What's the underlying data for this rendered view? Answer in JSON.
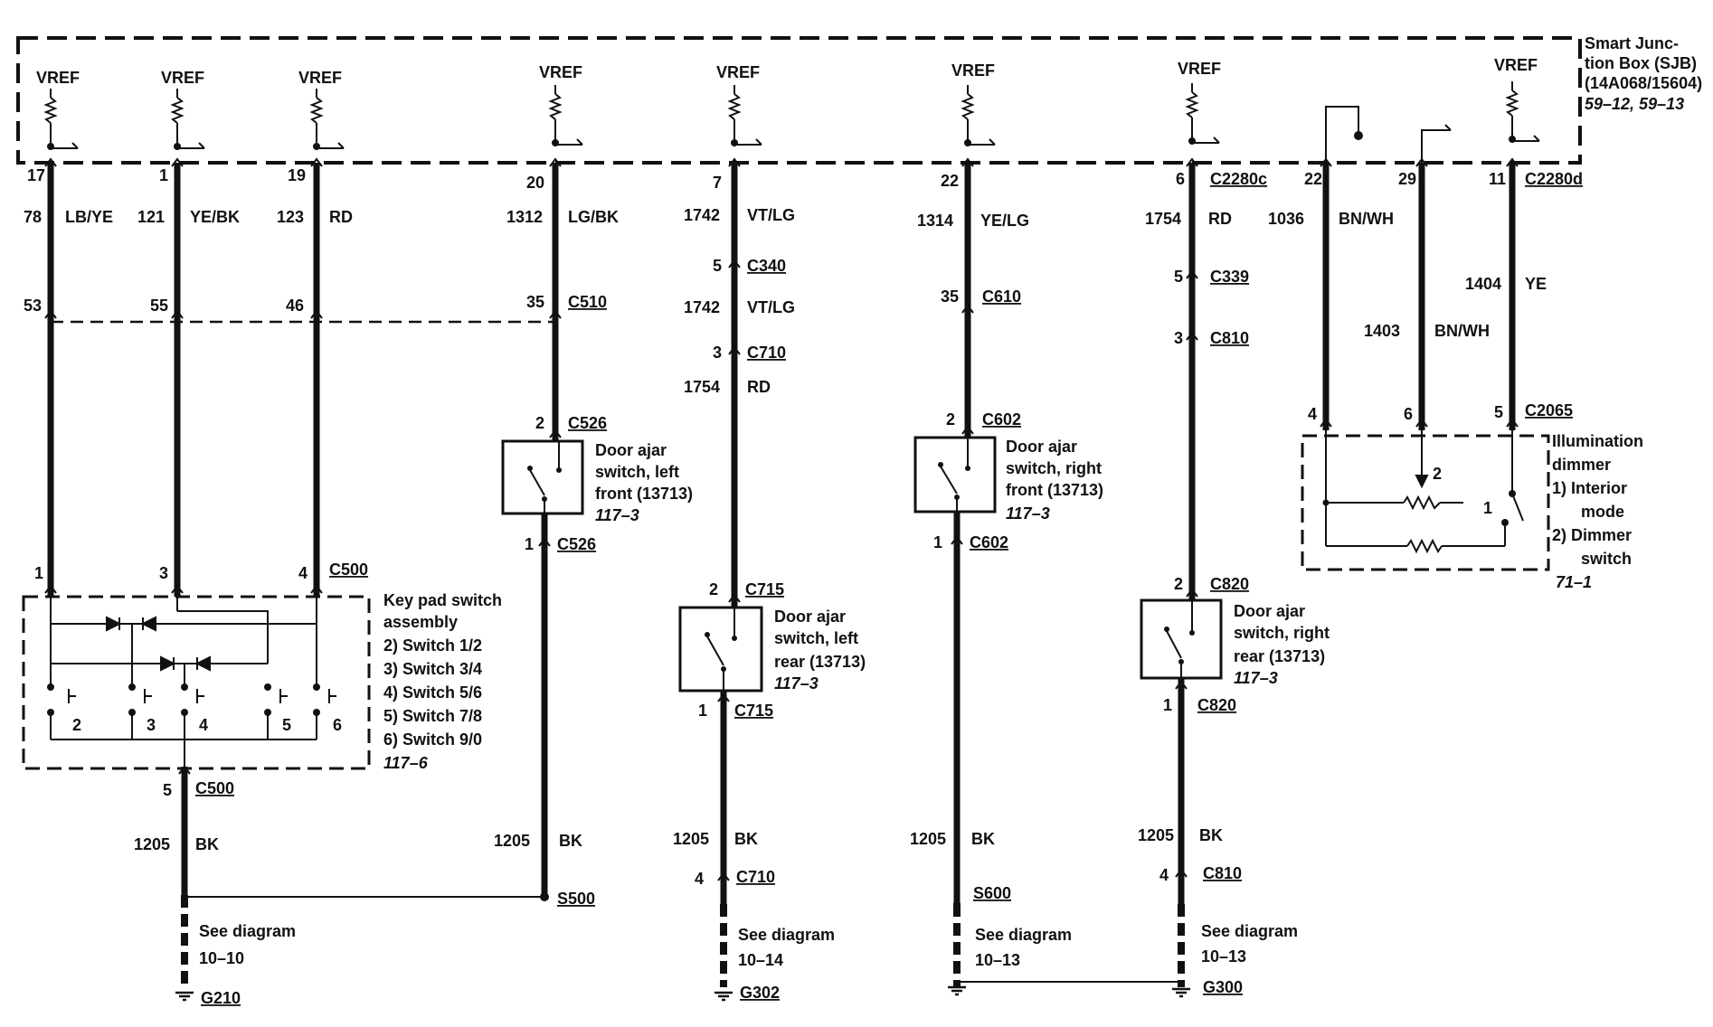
{
  "sjb": {
    "line1": "Smart Junc-",
    "line2": "tion Box (SJB)",
    "line3": "(14A068/15604)",
    "ref": "59–12, 59–13"
  },
  "vref": "VREF",
  "col1": {
    "pin_top": "17",
    "circuit": "78",
    "color": "LB/YE",
    "pin_mid": "53",
    "pin_bot": "1"
  },
  "col2": {
    "pin_top": "1",
    "circuit": "121",
    "color": "YE/BK",
    "pin_mid": "55",
    "pin_bot": "3"
  },
  "col3": {
    "pin_top": "19",
    "circuit": "123",
    "color": "RD",
    "pin_mid": "46",
    "pin_bot": "4",
    "conn_bot": "C500"
  },
  "col4": {
    "pin_top": "20",
    "circuit": "1312",
    "color": "LG/BK",
    "pin_mid": "35",
    "conn_mid": "C510",
    "sw_pin_top": "2",
    "sw_conn_top": "C526",
    "sw_pin_bot": "1",
    "sw_conn_bot": "C526",
    "gnd_circuit": "1205",
    "gnd_color": "BK",
    "splice": "S500"
  },
  "col5": {
    "pin_top": "7",
    "circuit": "1742",
    "color": "VT/LG",
    "c340_pin": "5",
    "c340": "C340",
    "circuit2": "1742",
    "color2": "VT/LG",
    "c710_pin": "3",
    "c710": "C710",
    "circuit3": "1754",
    "color3": "RD",
    "sw_pin_top": "2",
    "sw_conn_top": "C715",
    "sw_pin_bot": "1",
    "sw_conn_bot": "C715",
    "gnd_circuit": "1205",
    "gnd_color": "BK",
    "bot_pin": "4",
    "bot_conn": "C710",
    "see1": "See diagram",
    "see2": "10–14",
    "ground": "G302"
  },
  "col6": {
    "pin_top": "22",
    "circuit": "1314",
    "color": "YE/LG",
    "pin_mid": "35",
    "conn_mid": "C610",
    "sw_pin_top": "2",
    "sw_conn_top": "C602",
    "sw_pin_bot": "1",
    "sw_conn_bot": "C602",
    "gnd_circuit": "1205",
    "gnd_color": "BK",
    "splice": "S600",
    "see1": "See diagram",
    "see2": "10–13"
  },
  "col7": {
    "pin_top": "6",
    "conn_top": "C2280c",
    "circuit": "1754",
    "color": "RD",
    "c339_pin": "5",
    "c339": "C339",
    "c810_pin": "3",
    "c810": "C810",
    "sw_pin_top": "2",
    "sw_conn_top": "C820",
    "sw_pin_bot": "1",
    "sw_conn_bot": "C820",
    "gnd_circuit": "1205",
    "gnd_color": "BK",
    "bot_pin": "4",
    "bot_conn": "C810",
    "see1": "See diagram",
    "see2": "10–13",
    "ground": "G300"
  },
  "col8": {
    "pin_top": "22",
    "circuit": "1036",
    "color": "BN/WH",
    "pin_bot": "4"
  },
  "col9": {
    "pin_top": "29",
    "circuit": "1403",
    "color": "BN/WH",
    "pin_bot": "6"
  },
  "col10": {
    "pin_top": "11",
    "conn_top": "C2280d",
    "circuit": "1404",
    "color": "YE",
    "pin_bot": "5",
    "conn_bot": "C2065"
  },
  "keypad": {
    "title1": "Key pad switch",
    "title2": "assembly",
    "s2": "2)  Switch 1/2",
    "s3": "3)  Switch 3/4",
    "s4": "4)  Switch 5/6",
    "s5": "5)  Switch 7/8",
    "s6": "6)  Switch 9/0",
    "ref": "117–6",
    "n2": "2",
    "n3": "3",
    "n4": "4",
    "n5": "5",
    "n6": "6",
    "out_pin": "5",
    "out_conn": "C500",
    "gnd_circuit": "1205",
    "gnd_color": "BK",
    "see1": "See diagram",
    "see2": "10–10",
    "ground": "G210"
  },
  "sw_lf": {
    "l1": "Door ajar",
    "l2": "switch, left",
    "l3": "front (13713)",
    "ref": "117–3"
  },
  "sw_lr": {
    "l1": "Door ajar",
    "l2": "switch, left",
    "l3": "rear (13713)",
    "ref": "117–3"
  },
  "sw_rf": {
    "l1": "Door ajar",
    "l2": "switch, right",
    "l3": "front (13713)",
    "ref": "117–3"
  },
  "sw_rr": {
    "l1": "Door ajar",
    "l2": "switch, right",
    "l3": "rear (13713)",
    "ref": "117–3"
  },
  "dimmer": {
    "title1": "Illumination",
    "title2": "dimmer",
    "i1a": "1)  Interior",
    "i1b": "mode",
    "i2a": "2)  Dimmer",
    "i2b": "switch",
    "ref": "71–1",
    "n2": "2",
    "n1": "1"
  }
}
